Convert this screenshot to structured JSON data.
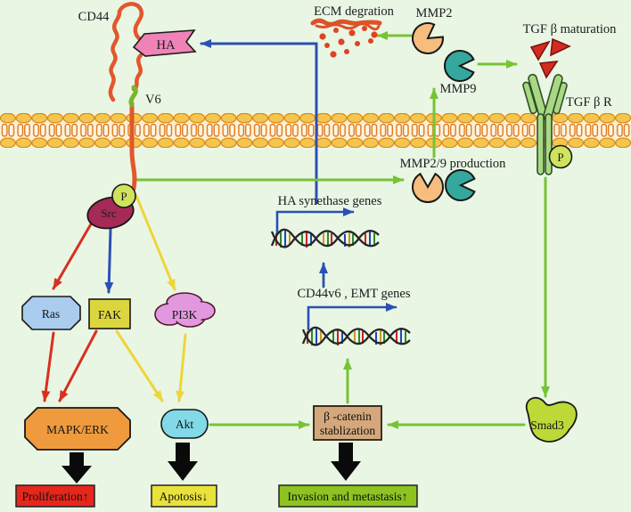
{
  "labels": {
    "cd44": "CD44",
    "ha": "HA",
    "v6": "V6",
    "ecm_degradation": "ECM degration",
    "mmp2": "MMP2",
    "mmp9": "MMP9",
    "tgfb_maturation": "TGF β  maturation",
    "tgfb_receptor": "TGF β R",
    "phospho": "P",
    "mmp_production": "MMP2/9 production",
    "ha_synthase_genes": "HA synethase genes",
    "cd44v6_emt_genes": "CD44v6 ,  EMT genes",
    "src": "Src",
    "ras": "Ras",
    "fak": "FAK",
    "pi3k": "PI3K",
    "mapk_erk": "MAPK/ERK",
    "akt": "Akt",
    "beta_catenin_line1": "β -catenin",
    "beta_catenin_line2": "stablization",
    "smad3": "Smad3"
  },
  "outcomes": {
    "proliferation": "Proliferation↑",
    "apoptosis": "Apotosis↓",
    "invasion": "Invasion and metastasis↑"
  },
  "colors": {
    "background": "#e9f6e4",
    "membrane_head": "#f4c64f",
    "membrane_outline": "#dc8c1a",
    "cd44_strand": "#e2572b",
    "v6_segment": "#76b82a",
    "ha_ribbon": "#ef83b8",
    "signal_green": "#77c335",
    "signal_blue": "#2b50b4",
    "signal_red": "#d8301f",
    "signal_yellow": "#eed53b",
    "mmp2_body": "#f6bd7e",
    "mmp9_body": "#35a89e",
    "tgfb_triangle": "#d42b20",
    "receptor_green": "#a9d885",
    "phospho_circle": "#cfe35c",
    "src_node": "#a62a58",
    "ras_node": "#aaccee",
    "fak_node": "#dcd63e",
    "pi3k_node": "#e298de",
    "mapk_node": "#ef9b3d",
    "akt_node": "#82d9e8",
    "beta_catenin_node": "#d4a87c",
    "smad3_node": "#bcd938",
    "proliferation_box": "#e6271c",
    "apoptosis_box": "#e9e23b",
    "invasion_box": "#8dc420"
  }
}
